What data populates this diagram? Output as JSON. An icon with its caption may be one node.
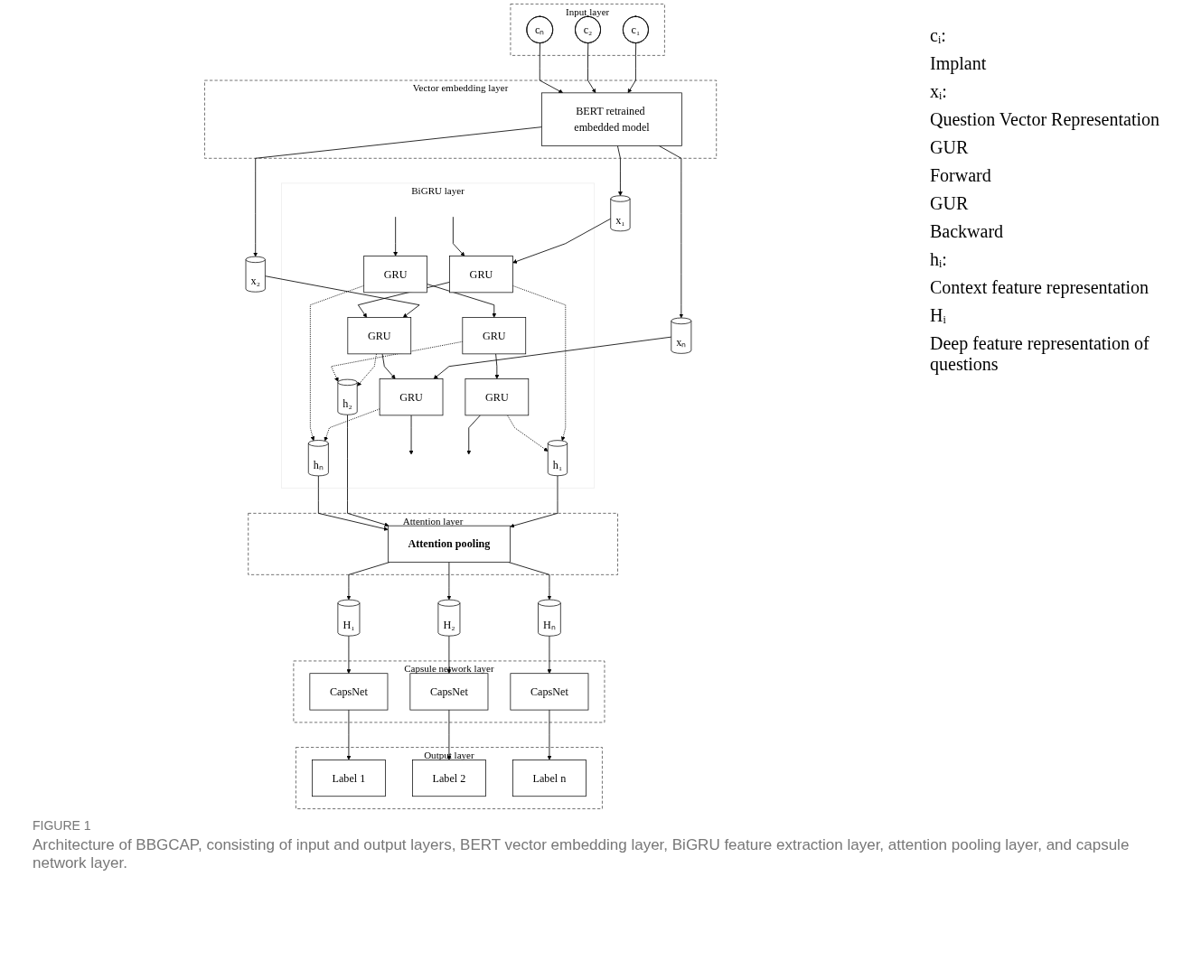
{
  "diagram": {
    "title": "FIGURE 1",
    "caption": "Architecture of BBGCAP, consisting of input and output layers, BERT vector embedding layer, BiGRU feature extraction layer, attention pooling layer, and capsule network layer.",
    "nodes": [
      {
        "text": [
          "Input layer"
        ]
      },
      {
        "text": [
          "c₁"
        ],
        "in": 0
      },
      {
        "text": [
          "c₂"
        ],
        "in": 0
      },
      {
        "text": [
          "cₙ"
        ],
        "in": 0
      },
      {
        "text": [
          "Vector embedding layer"
        ]
      },
      {
        "text": [
          "BERT retrained embedded model"
        ],
        "in": 4
      },
      {
        "text": [
          "x₁"
        ]
      },
      {
        "text": [
          "x₂"
        ]
      },
      {
        "text": [
          "xₙ"
        ]
      },
      {
        "text": [
          "BiGRU layer"
        ]
      },
      {
        "text": [
          "GRU"
        ],
        "in": 9
      },
      {
        "text": [
          "GRU"
        ],
        "in": 9
      },
      {
        "text": [
          "GRU"
        ],
        "in": 9
      },
      {
        "text": [
          "GRU"
        ],
        "in": 9
      },
      {
        "text": [
          "GRU"
        ],
        "in": 9
      },
      {
        "text": [
          "GRU"
        ],
        "in": 9
      },
      {
        "text": [
          "h₁"
        ],
        "in": 9
      },
      {
        "text": [
          "h₂"
        ],
        "in": 9
      },
      {
        "text": [
          "hₙ"
        ],
        "in": 9
      },
      {
        "text": [
          "Attention layer"
        ]
      },
      {
        "text": [
          "Attention pooling"
        ],
        "in": 19
      },
      {
        "text": [
          "H₁"
        ]
      },
      {
        "text": [
          "H₂"
        ]
      },
      {
        "text": [
          "Hₙ"
        ]
      },
      {
        "text": [
          "Capsule network layer"
        ]
      },
      {
        "text": [
          "CapsNet"
        ],
        "in": 24
      },
      {
        "text": [
          "CapsNet"
        ],
        "in": 24
      },
      {
        "text": [
          "CapsNet"
        ],
        "in": 24
      },
      {
        "text": [
          "Output layer"
        ]
      },
      {
        "text": [
          "Label 1"
        ],
        "in": 28
      },
      {
        "text": [
          "Label 2"
        ],
        "in": 28
      },
      {
        "text": [
          "Label n"
        ],
        "in": 28
      }
    ],
    "edges": [
      {
        "from": 1,
        "to": 5,
        "arrow": "to"
      },
      {
        "from": 2,
        "to": 5,
        "arrow": "to"
      },
      {
        "from": 3,
        "to": 5,
        "arrow": "to"
      },
      {
        "from": 5,
        "to": 6,
        "arrow": "to"
      },
      {
        "from": 5,
        "to": 7,
        "arrow": "to"
      },
      {
        "from": 5,
        "to": 8,
        "arrow": "to"
      },
      {
        "from": 6,
        "to": 10,
        "arrow": "to"
      },
      {
        "from": 7,
        "to": 11,
        "arrow": "to"
      },
      {
        "from": 8,
        "to": 12,
        "arrow": "to"
      },
      {
        "from": null,
        "to": 10,
        "arrow": "to"
      },
      {
        "from": 10,
        "to": 11,
        "arrow": "to"
      },
      {
        "from": 11,
        "to": 12,
        "arrow": "to"
      },
      {
        "from": 12,
        "to": null,
        "arrow": "to"
      },
      {
        "from": null,
        "to": 15,
        "arrow": "to"
      },
      {
        "from": 15,
        "to": 14,
        "arrow": "to"
      },
      {
        "from": 14,
        "to": 13,
        "arrow": "to"
      },
      {
        "from": 13,
        "to": null,
        "arrow": "to"
      },
      {
        "from": 10,
        "to": 16,
        "arrow": "to",
        "style": "dashed"
      },
      {
        "from": 11,
        "to": 17,
        "arrow": "to",
        "style": "dashed"
      },
      {
        "from": 12,
        "to": 18,
        "arrow": "to",
        "style": "dashed"
      },
      {
        "from": 13,
        "to": 16,
        "arrow": "to",
        "style": "dashed"
      },
      {
        "from": 14,
        "to": 17,
        "arrow": "to",
        "style": "dashed"
      },
      {
        "from": 15,
        "to": 18,
        "arrow": "to",
        "style": "dashed"
      },
      {
        "from": 16,
        "to": 20,
        "arrow": "to"
      },
      {
        "from": 17,
        "to": 20,
        "arrow": "to"
      },
      {
        "from": 18,
        "to": 20,
        "arrow": "to"
      },
      {
        "from": 20,
        "to": 21,
        "arrow": "to"
      },
      {
        "from": 20,
        "to": 22,
        "arrow": "to"
      },
      {
        "from": 20,
        "to": 23,
        "arrow": "to"
      },
      {
        "from": 21,
        "to": 25,
        "arrow": "to"
      },
      {
        "from": 22,
        "to": 26,
        "arrow": "to"
      },
      {
        "from": 23,
        "to": 27,
        "arrow": "to"
      },
      {
        "from": 25,
        "to": 29,
        "arrow": "to"
      },
      {
        "from": 26,
        "to": 30,
        "arrow": "to"
      },
      {
        "from": 27,
        "to": 31,
        "arrow": "to"
      }
    ],
    "labels": [
      "cᵢ:",
      "Implant",
      "xᵢ:",
      "Question Vector Representation",
      "GUR",
      "Forward",
      "GUR",
      "Backward",
      "hᵢ:",
      "Context feature representation",
      "Hᵢ",
      "Deep feature representation of questions"
    ]
  }
}
